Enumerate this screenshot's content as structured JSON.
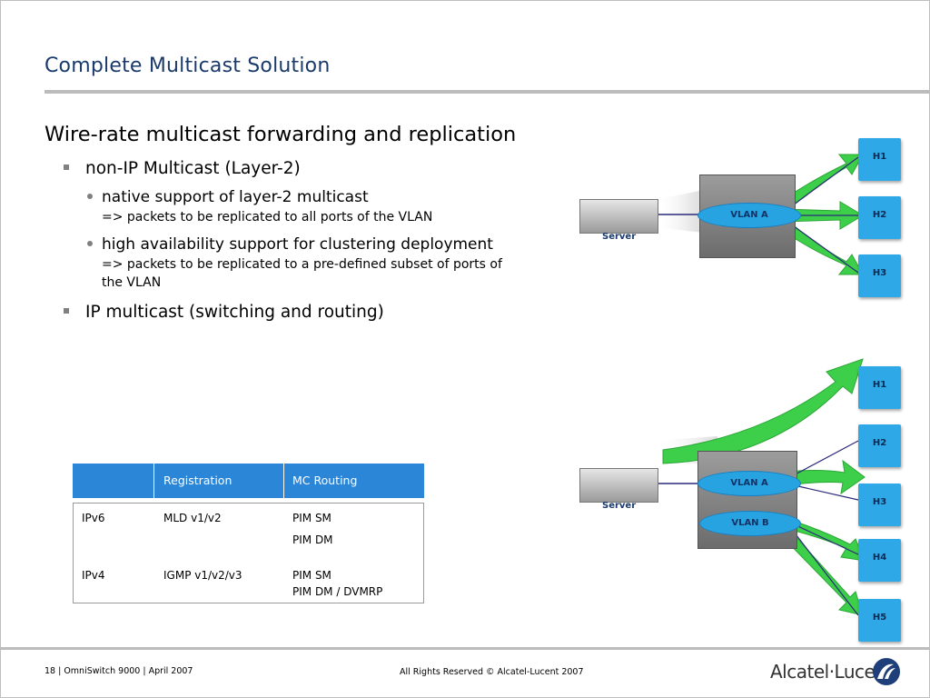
{
  "slide": {
    "title": "Complete Multicast Solution",
    "heading": "Wire-rate multicast forwarding and replication",
    "bullets": [
      {
        "text": "non-IP Multicast (Layer-2)",
        "subs": [
          {
            "text": "native support of layer-2 multicast",
            "detail": "=> packets to be replicated to all ports of the VLAN"
          },
          {
            "text": "high availability support for clustering deployment",
            "detail_line1": "=> packets to be replicated to a pre-defined subset of ports of",
            "detail_line2": "the VLAN"
          }
        ]
      },
      {
        "text": "IP multicast (switching and routing)"
      }
    ]
  },
  "table": {
    "headers": [
      "",
      "Registration",
      "MC Routing"
    ],
    "rows": [
      {
        "protocol": "IPv6",
        "registration": "MLD v1/v2",
        "routing_1": "PIM SM",
        "routing_2": "PIM DM"
      },
      {
        "protocol": "IPv4",
        "registration": "IGMP v1/v2/v3",
        "routing_1": "PIM SM",
        "routing_2": "PIM DM / DVMRP"
      }
    ]
  },
  "diagram_top": {
    "server_label": "Server",
    "vlan": "VLAN A",
    "hosts": [
      "H1",
      "H2",
      "H3"
    ]
  },
  "diagram_bottom": {
    "server_label": "Server",
    "vlans": [
      "VLAN A",
      "VLAN B"
    ],
    "hosts": [
      "H1",
      "H2",
      "H3",
      "H4",
      "H5"
    ]
  },
  "footer": {
    "left": "18 | OmniSwitch 9000 | April 2007",
    "center": "All Rights Reserved © Alcatel-Lucent 2007",
    "logo": "Alcatel·Lucent"
  },
  "colors": {
    "title": "#1a3a6b",
    "table_header": "#2b86d8",
    "host_box": "#2fa8e8",
    "arrow_green": "#3ecf4a"
  }
}
